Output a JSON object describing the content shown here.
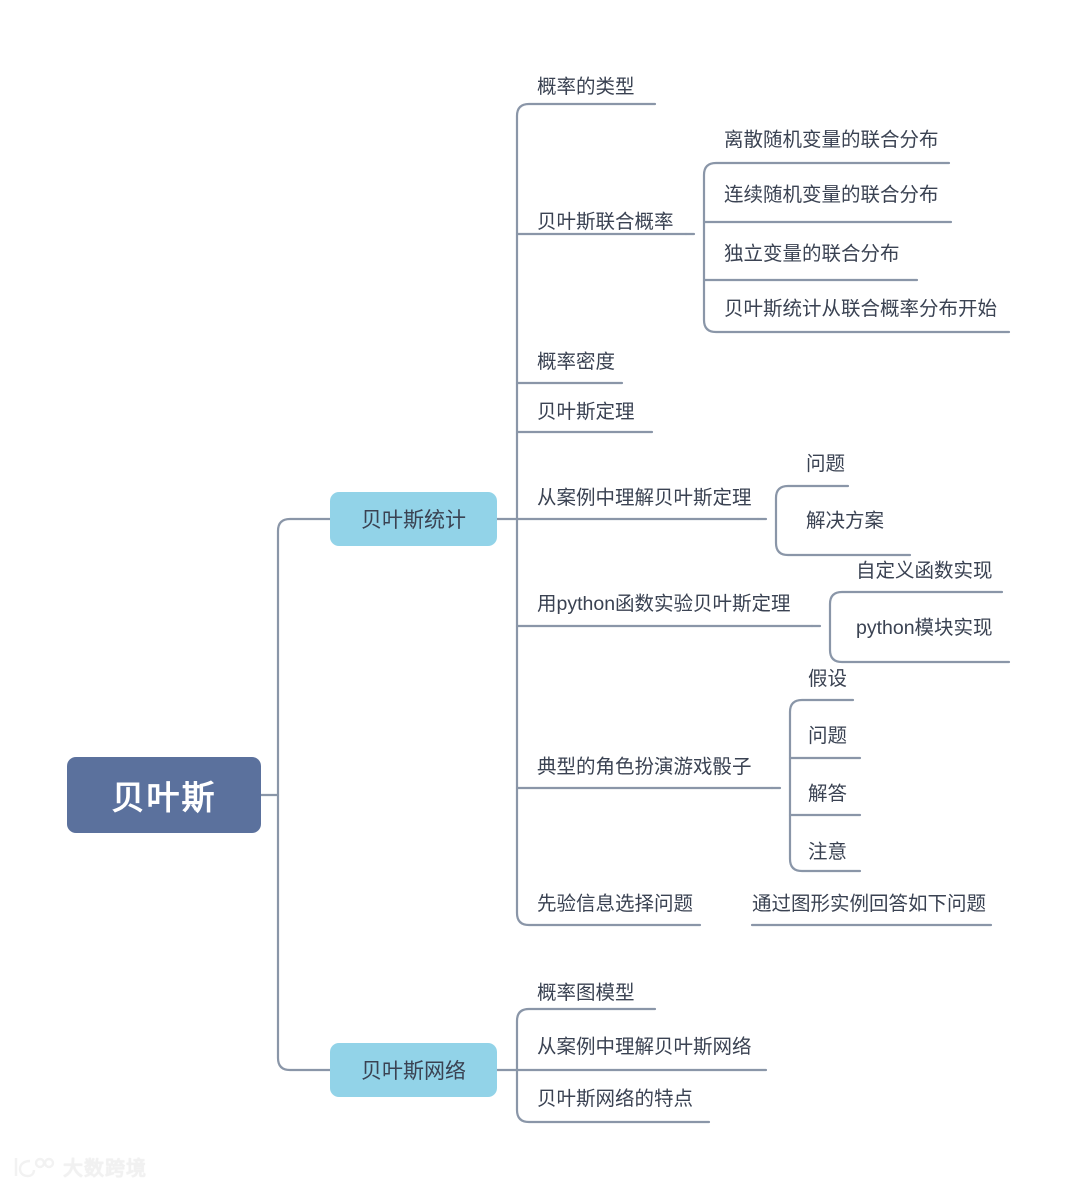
{
  "diagram": {
    "type": "mindmap",
    "title": "贝叶斯",
    "colors": {
      "root_fill": "#5B719D",
      "root_text": "#FFFFFF",
      "branch_fill": "#92D3E8",
      "branch_text": "#3A4252",
      "leaf_text": "#3A4252",
      "line": "#8A96A8",
      "background": "#FFFFFF",
      "watermark_text": "#F1F1F1"
    },
    "root": {
      "label": "贝叶斯"
    },
    "branches": [
      {
        "label": "贝叶斯统计"
      },
      {
        "label": "贝叶斯网络"
      }
    ],
    "level3": {
      "b0": [
        {
          "label": "概率的类型"
        },
        {
          "label": "贝叶斯联合概率"
        },
        {
          "label": "概率密度"
        },
        {
          "label": "贝叶斯定理"
        },
        {
          "label": "从案例中理解贝叶斯定理"
        },
        {
          "label": "用python函数实验贝叶斯定理"
        },
        {
          "label": "典型的角色扮演游戏骰子"
        },
        {
          "label": "先验信息选择问题"
        }
      ],
      "b1": [
        {
          "label": "概率图模型"
        },
        {
          "label": "从案例中理解贝叶斯网络"
        },
        {
          "label": "贝叶斯网络的特点"
        }
      ]
    },
    "level4": {
      "bayes_joint_probability": [
        {
          "label": "离散随机变量的联合分布"
        },
        {
          "label": "连续随机变量的联合分布"
        },
        {
          "label": "独立变量的联合分布"
        },
        {
          "label": "贝叶斯统计从联合概率分布开始"
        }
      ],
      "understand_theorem_from_case": [
        {
          "label": "问题"
        },
        {
          "label": "解决方案"
        }
      ],
      "python_experiment": [
        {
          "label": "自定义函数实现"
        },
        {
          "label": "python模块实现"
        }
      ],
      "roleplay_dice": [
        {
          "label": "假设"
        },
        {
          "label": "问题"
        },
        {
          "label": "解答"
        },
        {
          "label": "注意"
        }
      ],
      "prior_info_selection": [
        {
          "label": "通过图形实例回答如下问题"
        }
      ]
    },
    "watermark": {
      "label": "大数跨境"
    }
  }
}
